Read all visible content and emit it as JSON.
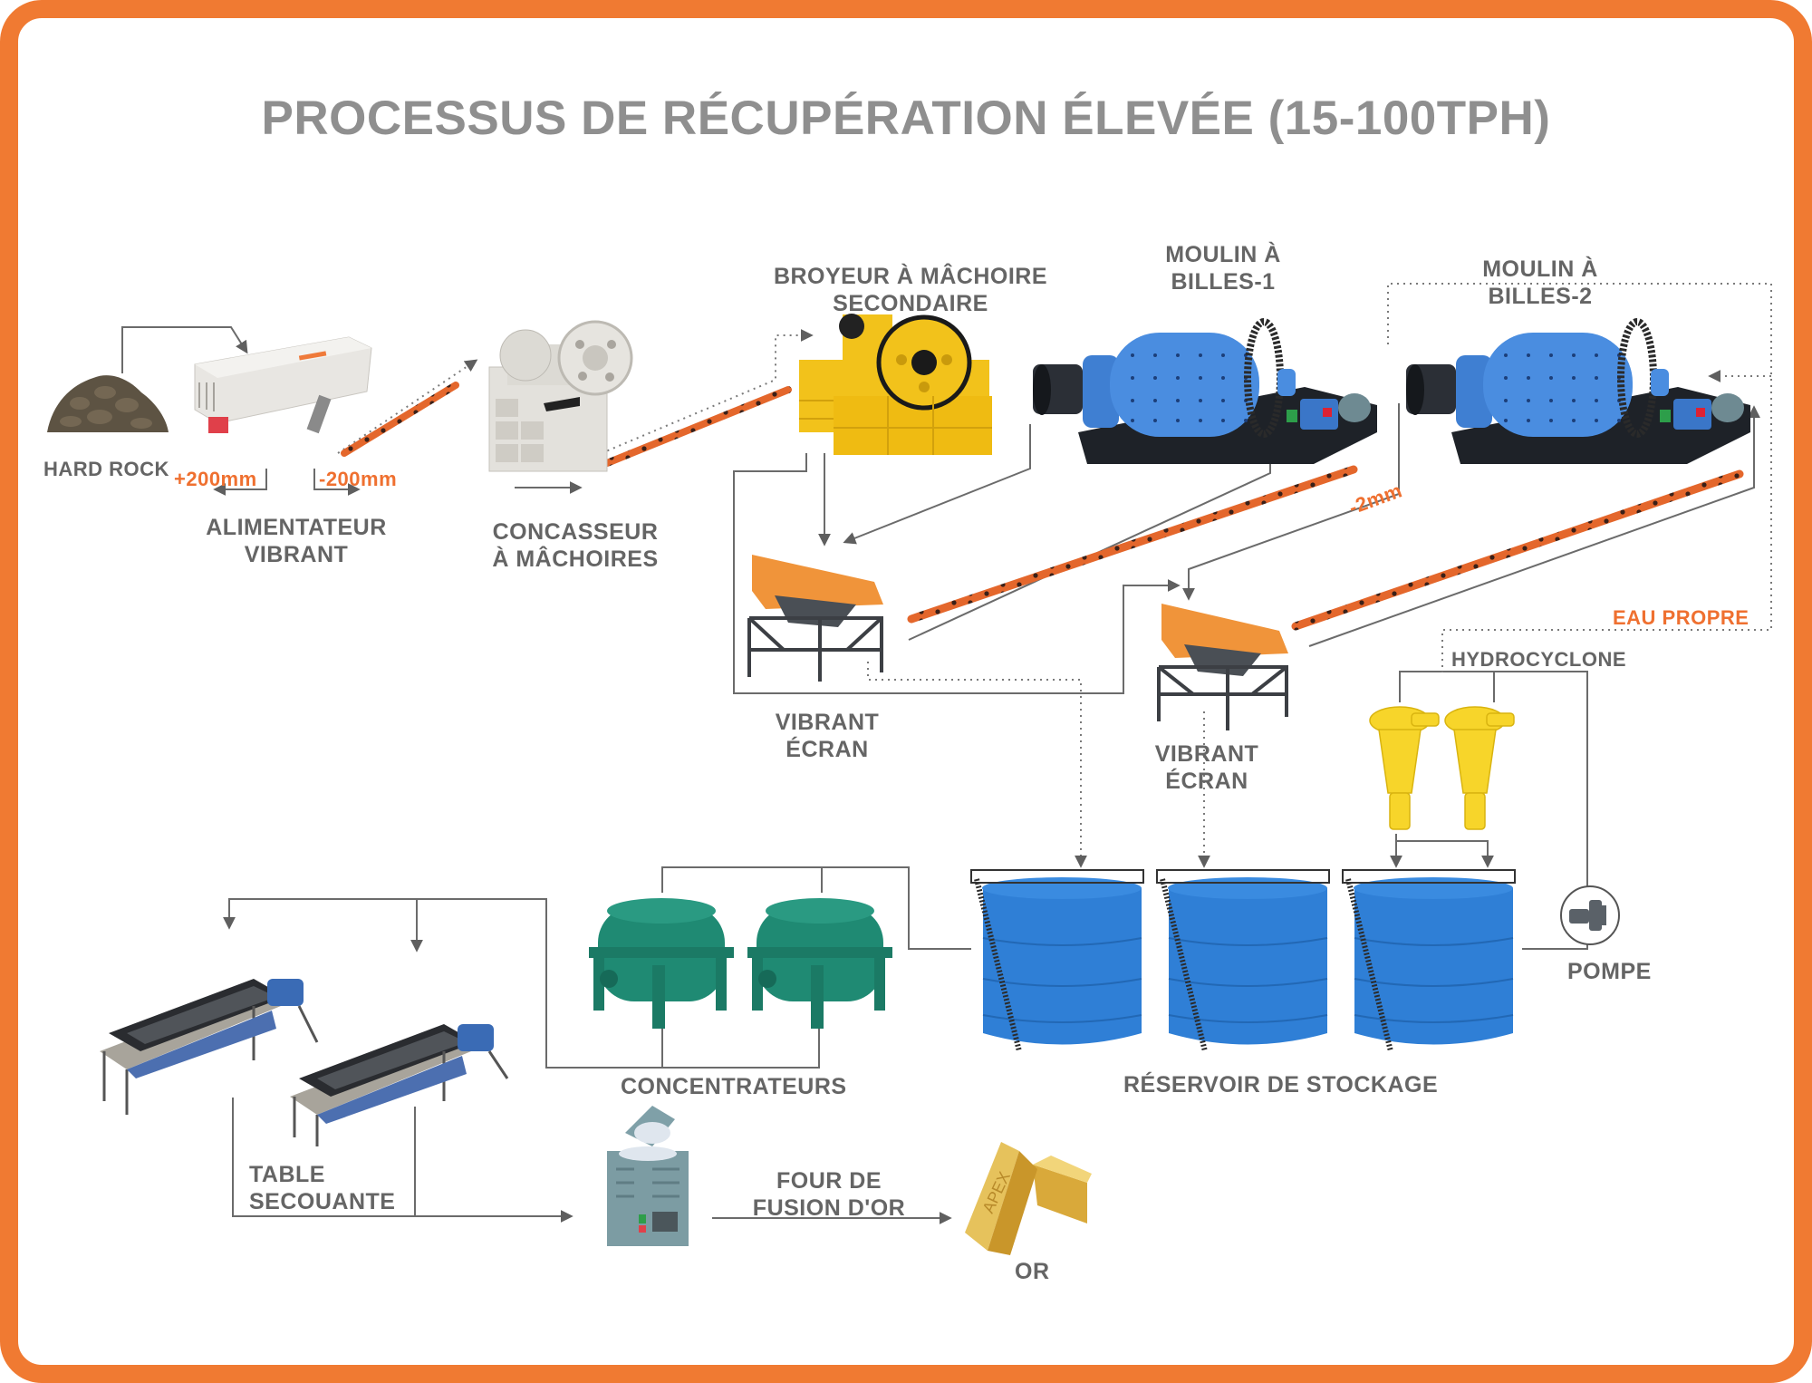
{
  "title": "PROCESSUS DE RÉCUPÉRATION ÉLEVÉE (15-100TPH)",
  "colors": {
    "frame": "#f07a32",
    "title": "#8f8f8f",
    "label": "#656565",
    "accent_label": "#ef7030",
    "flow_line": "#6b6b6b",
    "conveyor": "#e5662a",
    "mill_blue": "#4a8de0",
    "crusher_yellow": "#f2c21b",
    "screen_orange": "#f0943a",
    "tank_blue": "#2f7fd6",
    "concentrator_green": "#1f8a73",
    "hydrocyclone_yellow": "#f7d52a",
    "gold": "#e2b949"
  },
  "equipment": {
    "hard_rock": {
      "label": "HARD ROCK"
    },
    "vibrating_feeder": {
      "label_line1": "ALIMENTATEUR",
      "label_line2": "VIBRANT",
      "oversize": "+200mm",
      "undersize": "-200mm"
    },
    "jaw_crusher": {
      "label_line1": "CONCASSEUR",
      "label_line2": "À MÂCHOIRES"
    },
    "secondary_jaw_crusher": {
      "label_line1": "BROYEUR À MÂCHOIRE",
      "label_line2": "SECONDAIRE"
    },
    "ball_mill_1": {
      "label_line1": "MOULIN À",
      "label_line2": "BILLES-1"
    },
    "ball_mill_2": {
      "label_line1": "MOULIN À",
      "label_line2": "BILLES-2"
    },
    "vibrating_screen_1": {
      "label_line1": "VIBRANT",
      "label_line2": "ÉCRAN"
    },
    "vibrating_screen_2": {
      "label_line1": "VIBRANT",
      "label_line2": "ÉCRAN"
    },
    "mesh_size": "-2mm",
    "clean_water": {
      "label": "EAU PROPRE"
    },
    "hydrocyclone": {
      "label": "HYDROCYCLONE"
    },
    "storage_tanks": {
      "label": "RÉSERVOIR DE STOCKAGE"
    },
    "pump": {
      "label": "POMPE"
    },
    "concentrators": {
      "label": "CONCENTRATEURS"
    },
    "shaking_table": {
      "label_line1": "TABLE",
      "label_line2": "SECOUANTE"
    },
    "gold_furnace": {
      "label_line1": "FOUR DE",
      "label_line2": "FUSION D'OR"
    },
    "gold": {
      "label": "OR",
      "bar_engraving": "APEX"
    }
  }
}
